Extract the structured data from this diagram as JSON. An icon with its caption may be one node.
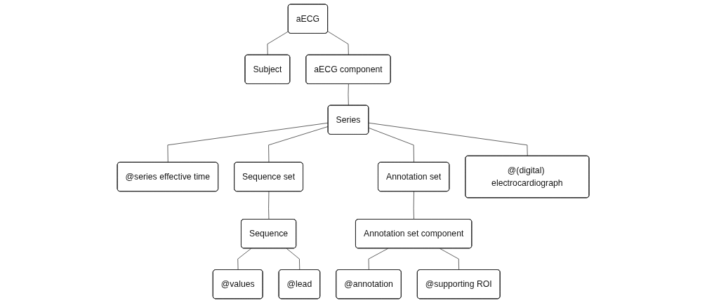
{
  "diagram": {
    "nodes": [
      {
        "text": [
          "aECG"
        ]
      },
      {
        "text": [
          "Subject"
        ]
      },
      {
        "text": [
          "aECG component"
        ]
      },
      {
        "text": [
          "Series"
        ]
      },
      {
        "text": [
          "@series effective time"
        ]
      },
      {
        "text": [
          "Sequence set"
        ]
      },
      {
        "text": [
          "Annotation set"
        ]
      },
      {
        "text": [
          "@(digital) electrocardiograph"
        ]
      },
      {
        "text": [
          "Sequence"
        ]
      },
      {
        "text": [
          "Annotation set component"
        ]
      },
      {
        "text": [
          "@values"
        ]
      },
      {
        "text": [
          "@lead"
        ]
      },
      {
        "text": [
          "@annotation"
        ]
      },
      {
        "text": [
          "@supporting ROI"
        ]
      }
    ],
    "edges": [
      {
        "from": 0,
        "to": 1,
        "arrow": "none"
      },
      {
        "from": 0,
        "to": 2,
        "arrow": "none"
      },
      {
        "from": 2,
        "to": 3,
        "arrow": "none"
      },
      {
        "from": 3,
        "to": 4,
        "arrow": "none"
      },
      {
        "from": 3,
        "to": 5,
        "arrow": "none"
      },
      {
        "from": 3,
        "to": 6,
        "arrow": "none"
      },
      {
        "from": 3,
        "to": 7,
        "arrow": "none"
      },
      {
        "from": 5,
        "to": 8,
        "arrow": "none"
      },
      {
        "from": 6,
        "to": 9,
        "arrow": "none"
      },
      {
        "from": 8,
        "to": 10,
        "arrow": "none"
      },
      {
        "from": 8,
        "to": 11,
        "arrow": "none"
      },
      {
        "from": 9,
        "to": 12,
        "arrow": "none"
      },
      {
        "from": 9,
        "to": 13,
        "arrow": "none"
      }
    ]
  }
}
